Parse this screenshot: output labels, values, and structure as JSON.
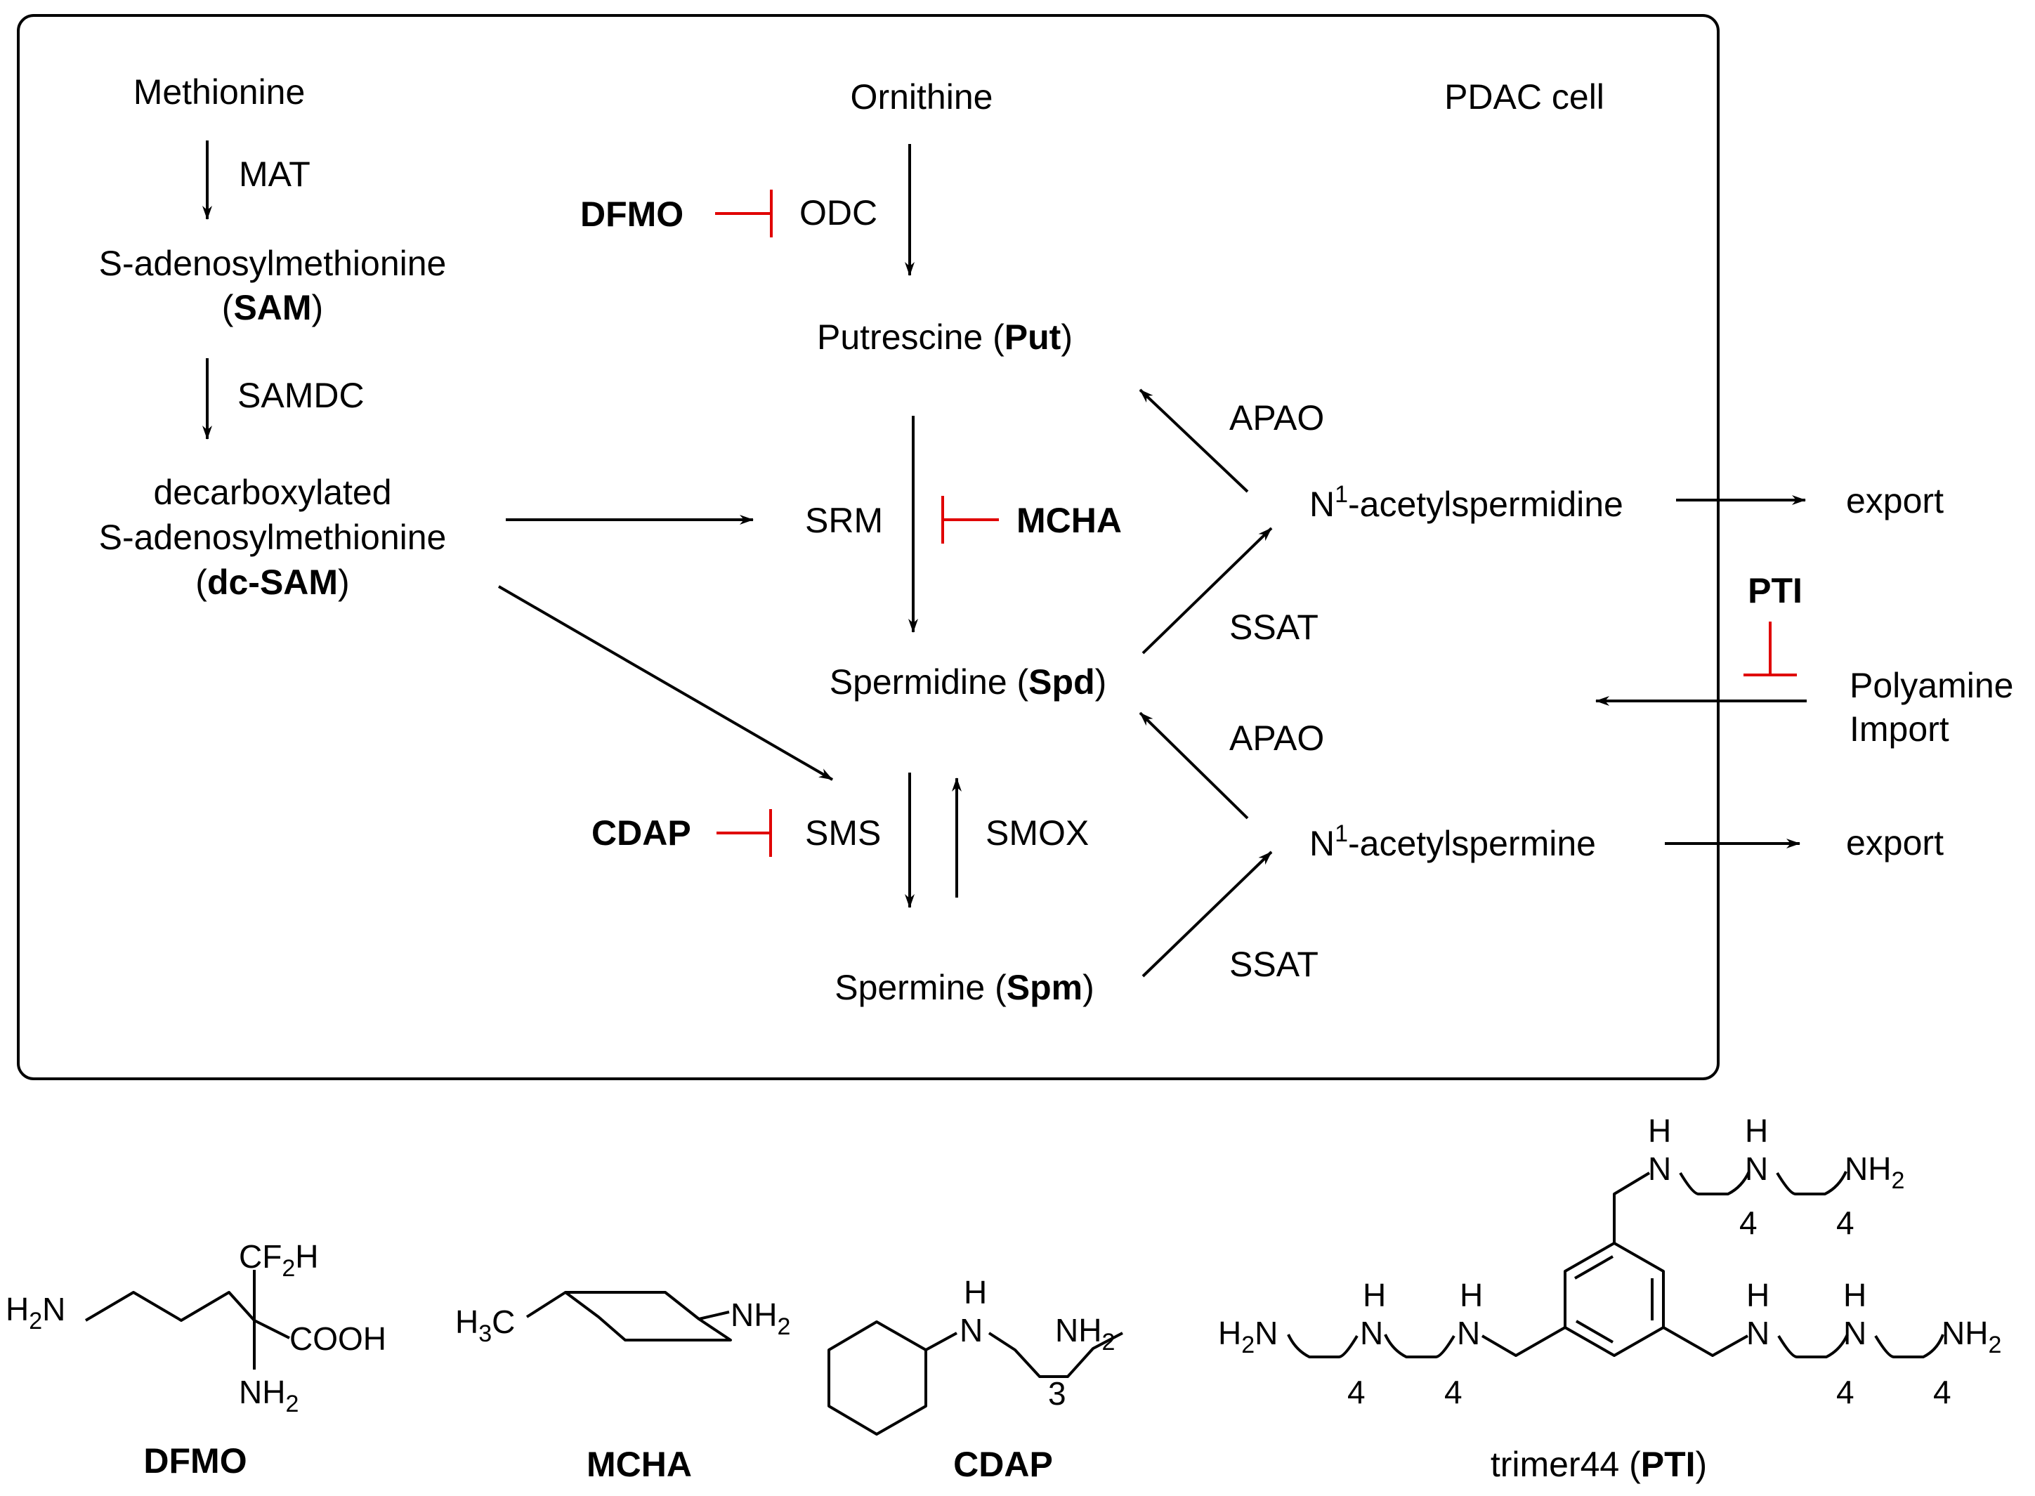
{
  "pathway": {
    "methionine": "Methionine",
    "mat": "MAT",
    "sam_line1": "S-adenosylmethionine",
    "sam_open": "(",
    "sam_abbr": "SAM",
    "sam_close": ")",
    "samdc": "SAMDC",
    "dcsam_line1": "decarboxylated",
    "dcsam_line2": "S-adenosylmethionine",
    "dcsam_open": "(",
    "dcsam_abbr": "dc-SAM",
    "dcsam_close": ")",
    "ornithine": "Ornithine",
    "odc": "ODC",
    "putrescine": "Putrescine (",
    "put_abbr": "Put",
    "put_close": ")",
    "srm": "SRM",
    "spermidine": "Spermidine (",
    "spd_abbr": "Spd",
    "spd_close": ")",
    "sms": "SMS",
    "smox": "SMOX",
    "spermine": "Spermine (",
    "spm_abbr": "Spm",
    "spm_close": ")",
    "apao_top": "APAO",
    "apao_bottom": "APAO",
    "ssat_top": "SSAT",
    "ssat_bottom": "SSAT",
    "n1_acetylspermidine_n": "N",
    "n1_acetylspermidine_sup": "1",
    "n1_acetylspermidine_rest": "-acetylspermidine",
    "n1_acetylspermine_n": "N",
    "n1_acetylspermine_sup": "1",
    "n1_acetylspermine_rest": "-acetylspermine",
    "export_top": "export",
    "export_bottom": "export",
    "cell_label": "PDAC cell",
    "polyamine": "Polyamine",
    "import": "Import"
  },
  "inhibitors": {
    "dfmo": "DFMO",
    "mcha": "MCHA",
    "cdap": "CDAP",
    "pti": "PTI"
  },
  "structures": {
    "dfmo_cf2h_cf": "CF",
    "dfmo_cf2h_2": "2",
    "dfmo_cf2h_h": "H",
    "dfmo_h2n_h": "H",
    "dfmo_h2n_2": "2",
    "dfmo_h2n_n": "N",
    "dfmo_cooh": "COOH",
    "dfmo_nh2_nh": "NH",
    "dfmo_nh2_2": "2",
    "dfmo_name": "DFMO",
    "mcha_h3c_h": "H",
    "mcha_h3c_3": "3",
    "mcha_h3c_c": "C",
    "mcha_nh2_nh": "NH",
    "mcha_nh2_2": "2",
    "mcha_name": "MCHA",
    "cdap_h": "H",
    "cdap_n": "N",
    "cdap_nh2_nh": "NH",
    "cdap_nh2_2": "2",
    "cdap_n_subscript": "3",
    "cdap_name": "CDAP",
    "pti_name_prefix": "trimer44 (",
    "pti_name_abbr": "PTI",
    "pti_name_close": ")",
    "pti_h2n_h": "H",
    "pti_h2n_2": "2",
    "pti_h2n_n": "N",
    "pti_nh2_nh": "NH",
    "pti_nh2_2": "2",
    "pti_nh_h": "H",
    "pti_nh_n": "N",
    "pti_repeat": "4"
  },
  "colors": {
    "inhibition": "#e00000",
    "arrow": "#000000"
  }
}
